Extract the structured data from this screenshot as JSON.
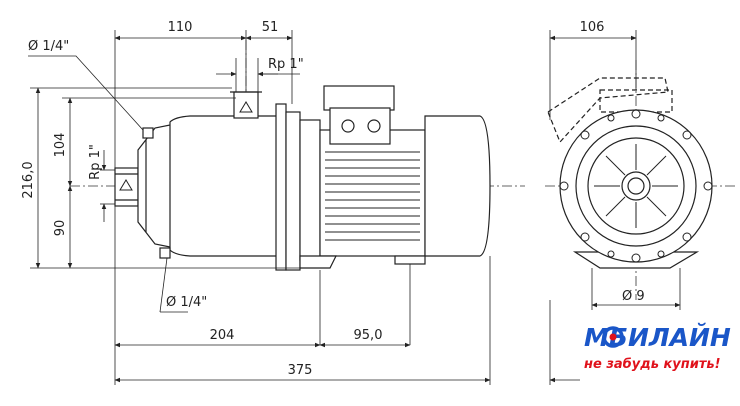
{
  "dimensions": {
    "top_width": "110",
    "top_offset": "51",
    "outlet_thread": "Rp 1\"",
    "top_port": "Ø 1/4\"",
    "inlet_thread": "Rp 1\"",
    "inlet_height": "104",
    "total_height": "216,0",
    "lower_height": "90",
    "bottom_port": "Ø 1/4\"",
    "pump_length": "204",
    "motor_length": "95,0",
    "total_length": "375",
    "side_width": "106",
    "hole_diameter": "Ø 9"
  },
  "logo": {
    "brand_part1": "М",
    "brand_part2": "БИЛАЙН",
    "slogan": "не забудь купить!",
    "colors": {
      "blue": "#1a56c8",
      "red": "#e0121b"
    }
  }
}
